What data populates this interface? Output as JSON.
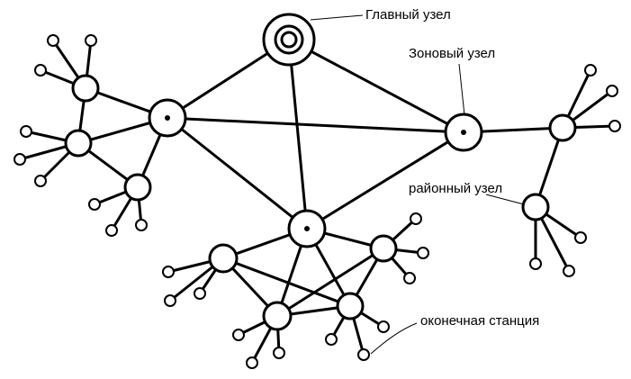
{
  "labels": {
    "main_node": "Главный узел",
    "zone_node": "Зоновый узел",
    "district_node": "районный узел",
    "terminal_station": "оконечная станция"
  },
  "colors": {
    "stroke": "#000000",
    "fill": "#ffffff"
  }
}
